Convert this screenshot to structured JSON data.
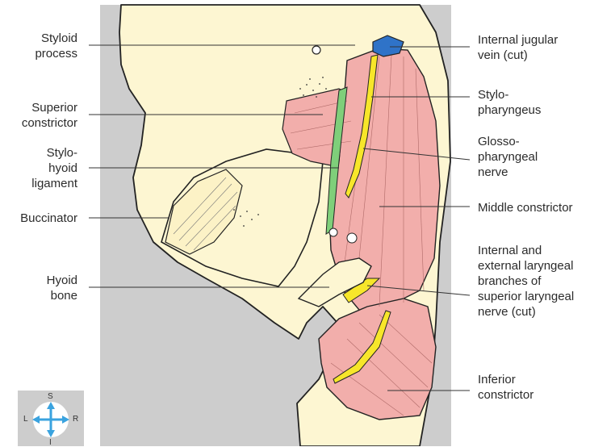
{
  "labels_left": {
    "styloid": "Styloid\nprocess",
    "superior_constrictor": "Superior\nconstrictor",
    "stylohyoid": "Stylo-\nhyoid\nligament",
    "buccinator": "Buccinator",
    "hyoid": "Hyoid\nbone"
  },
  "labels_right": {
    "ijv": "Internal jugular\nvein (cut)",
    "stylopharyngeus": "Stylo-\npharyngeus",
    "glossopharyngeal": "Glosso-\npharyngeal\nnerve",
    "middle_constrictor": "Middle constrictor",
    "laryngeal": "Internal and\nexternal laryngeal\nbranches of\nsuperior laryngeal\nnerve (cut)",
    "inferior_constrictor": "Inferior\nconstrictor"
  },
  "compass": {
    "up": "S",
    "down": "I",
    "left": "L",
    "right": "R"
  },
  "colors": {
    "bone": "#fdf6d2",
    "muscle": "#f2aeab",
    "nerve": "#f7e62a",
    "ligament": "#7fcf7a",
    "vein": "#2f73c8",
    "background_panel": "#cdcdcd",
    "compass_arrow": "#3aa3df"
  }
}
